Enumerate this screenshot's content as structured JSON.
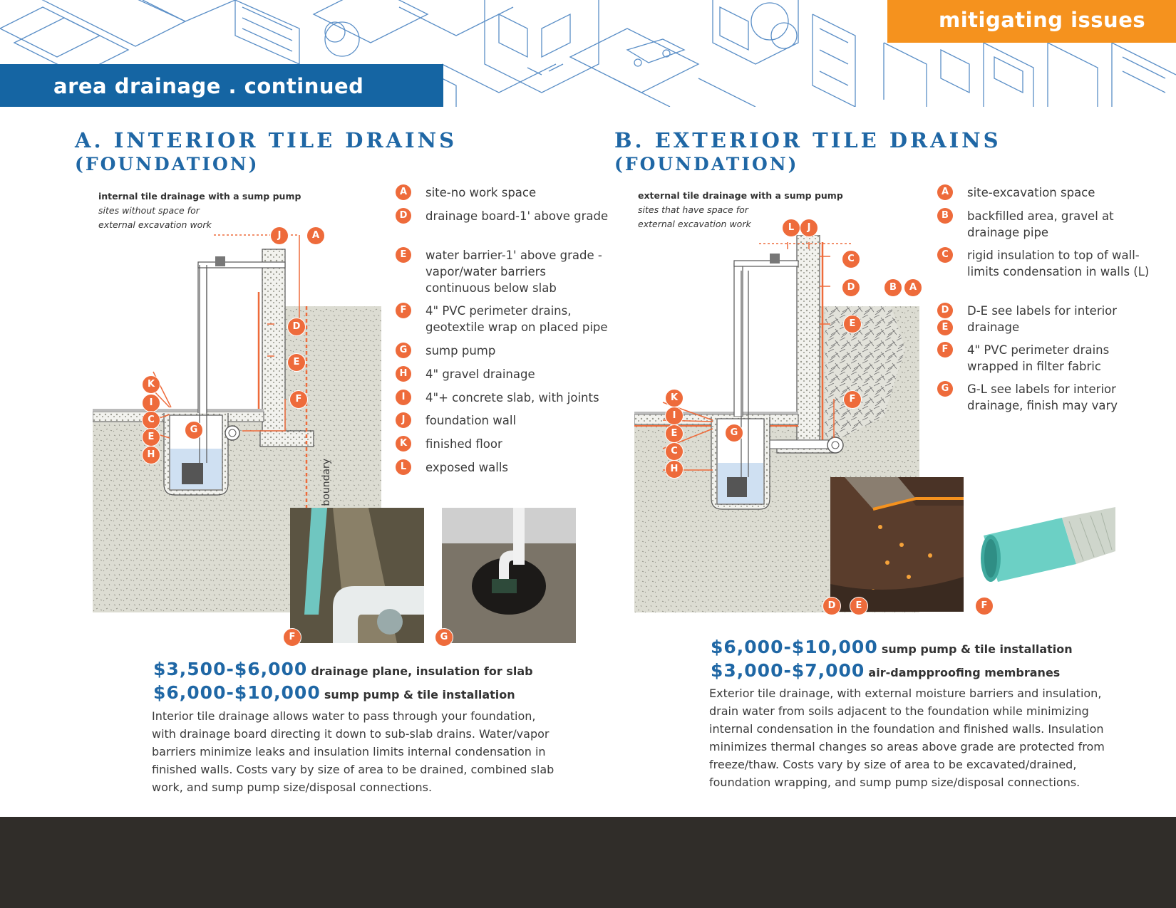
{
  "header": {
    "section_tab": "area drainage . continued",
    "chapter_tab": "mitigating issues"
  },
  "colors": {
    "blue": "#1565a3",
    "orange": "#f5921e",
    "badge_orange": "#ee6b3b",
    "footer_dark": "#302d29"
  },
  "interior": {
    "title_line1": "A. INTERIOR TILE DRAINS",
    "title_line2": "(FOUNDATION)",
    "caption_bold": "internal tile drainage with a sump pump",
    "caption_italic1": "sites without space for",
    "caption_italic2": "external excavation work",
    "boundary_label": "property boundary",
    "legend": [
      {
        "key": "A",
        "text": "site-no work space"
      },
      {
        "key": "D",
        "text": "drainage board-1' above grade"
      },
      {
        "key": "E",
        "text": "water barrier-1' above grade - vapor/water  barriers continuous below slab"
      },
      {
        "key": "F",
        "text": "4\" PVC perimeter drains, geotextile wrap on placed pipe"
      },
      {
        "key": "G",
        "text": "sump pump"
      },
      {
        "key": "H",
        "text": "4\" gravel drainage"
      },
      {
        "key": "I",
        "text": "4\"+ concrete slab, with joints"
      },
      {
        "key": "J",
        "text": "foundation wall"
      },
      {
        "key": "K",
        "text": "finished floor"
      },
      {
        "key": "L",
        "text": "exposed walls"
      }
    ],
    "diagram_labels": {
      "J": "J",
      "A": "A",
      "D": "D",
      "E": "E",
      "F": "F",
      "K": "K",
      "I": "I",
      "C": "C",
      "E2": "E",
      "H": "H",
      "G": "G"
    },
    "photo_labels": {
      "F": "F",
      "G": "G"
    },
    "prices": [
      {
        "amount": "$3,500-$6,000",
        "desc": "drainage plane, insulation for slab"
      },
      {
        "amount": "$6,000-$10,000",
        "desc": "sump pump & tile installation"
      }
    ],
    "body": "Interior tile drainage allows water to pass through your foundation, with drainage board directing it down to sub-slab drains. Water/vapor barriers minimize leaks and insulation limits internal condensation in finished walls. Costs vary by size of area to be drained, combined slab work, and sump pump size/disposal connections."
  },
  "exterior": {
    "title_line1": "B. EXTERIOR TILE DRAINS",
    "title_line2": "(FOUNDATION)",
    "caption_bold": "external tile drainage with a sump pump",
    "caption_italic1": "sites that have space for",
    "caption_italic2": "external excavation work",
    "legend": [
      {
        "key": "A",
        "text": "site-excavation space"
      },
      {
        "key": "B",
        "text": "backfilled area, gravel at drainage pipe"
      },
      {
        "key": "C",
        "text": "rigid insulation to top of wall-limits condensation in walls (L)"
      },
      {
        "key": "D",
        "key2": "E",
        "text": "D-E see labels for interior drainage"
      },
      {
        "key": "F",
        "text": "4\" PVC perimeter drains wrapped in filter fabric"
      },
      {
        "key": "G",
        "text": "G-L see labels for interior drainage, finish may vary"
      }
    ],
    "diagram_labels": {
      "L": "L",
      "J": "J",
      "C": "C",
      "D": "D",
      "B": "B",
      "A": "A",
      "E": "E",
      "F": "F",
      "K": "K",
      "I": "I",
      "E2": "E",
      "C2": "C",
      "H": "H",
      "G": "G"
    },
    "photo_labels": {
      "D": "D",
      "E": "E",
      "F": "F"
    },
    "prices": [
      {
        "amount": "$6,000-$10,000",
        "desc": "sump pump & tile installation"
      },
      {
        "amount": "$3,000-$7,000",
        "desc": "air-dampproofing membranes"
      }
    ],
    "body": "Exterior tile drainage, with external moisture barriers and insulation, drain water from soils adjacent to the foundation while minimizing internal condensation in the foundation and finished walls. Insulation minimizes thermal changes so areas above grade are protected from freeze/thaw. Costs vary by size of area to be excavated/drained, foundation wrapping, and sump pump size/disposal connections."
  }
}
